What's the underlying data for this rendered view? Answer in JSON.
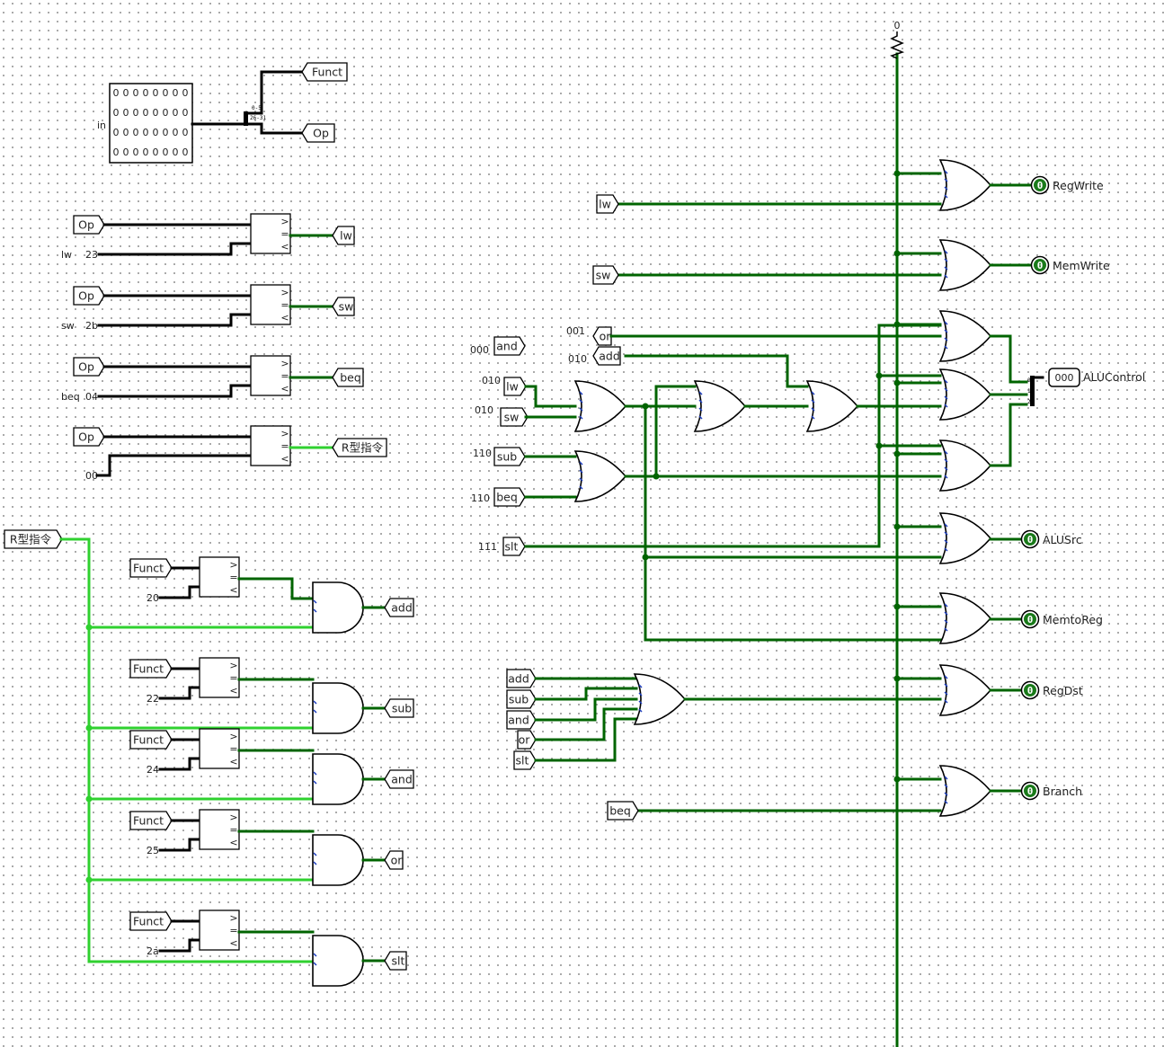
{
  "title": "",
  "pin_label": "in",
  "pin_bits": "0",
  "splitter": {
    "tap_low": "0-5",
    "tap_high": "26-31"
  },
  "pullup_value": "0",
  "compare_symbols": {
    "gt": ">",
    "eq": "=",
    "lt": "<"
  },
  "tunnels": {
    "funct": "Funct",
    "op": "Op",
    "lw": "lw",
    "sw": "sw",
    "beq": "beq",
    "rtype": "R型指令",
    "add": "add",
    "sub": "sub",
    "and": "and",
    "or": "or",
    "slt": "slt"
  },
  "op_decoders": [
    {
      "side_label": "lw",
      "constant": "23",
      "output": "lw"
    },
    {
      "side_label": "sw",
      "constant": "2b",
      "output": "sw"
    },
    {
      "side_label": "beq",
      "constant": "04",
      "output": "beq"
    },
    {
      "side_label": "",
      "constant": "00",
      "output": "R型指令"
    }
  ],
  "funct_decoders": [
    {
      "constant": "20",
      "output": "add"
    },
    {
      "constant": "22",
      "output": "sub"
    },
    {
      "constant": "24",
      "output": "and"
    },
    {
      "constant": "25",
      "output": "or"
    },
    {
      "constant": "2a",
      "output": "slt"
    }
  ],
  "alu_code_labels": [
    {
      "code": "000",
      "tunnel": "and"
    },
    {
      "code": "010",
      "tunnel": "lw"
    },
    {
      "code": "010",
      "tunnel": "sw"
    },
    {
      "code": "110",
      "tunnel": "sub"
    },
    {
      "code": "110",
      "tunnel": "beq"
    },
    {
      "code": "111",
      "tunnel": "slt"
    },
    {
      "code": "001",
      "tunnel": "or"
    },
    {
      "code": "010",
      "tunnel": "add"
    }
  ],
  "alu_bit_indices": [
    "0",
    "1",
    "2"
  ],
  "outputs": [
    {
      "name": "RegWrite",
      "value": "0"
    },
    {
      "name": "MemWrite",
      "value": "0"
    },
    {
      "name": "ALUSrc",
      "value": "0"
    },
    {
      "name": "MemtoReg",
      "value": "0"
    },
    {
      "name": "RegDst",
      "value": "0"
    },
    {
      "name": "Branch",
      "value": "0"
    }
  ],
  "alu_control": {
    "name": "ALUControl",
    "value": "000"
  },
  "colors": {
    "wire_zero": "#006400",
    "wire_one": "#2fd12f",
    "bus": "#000000",
    "grid_dot": "#9a9a9a"
  }
}
